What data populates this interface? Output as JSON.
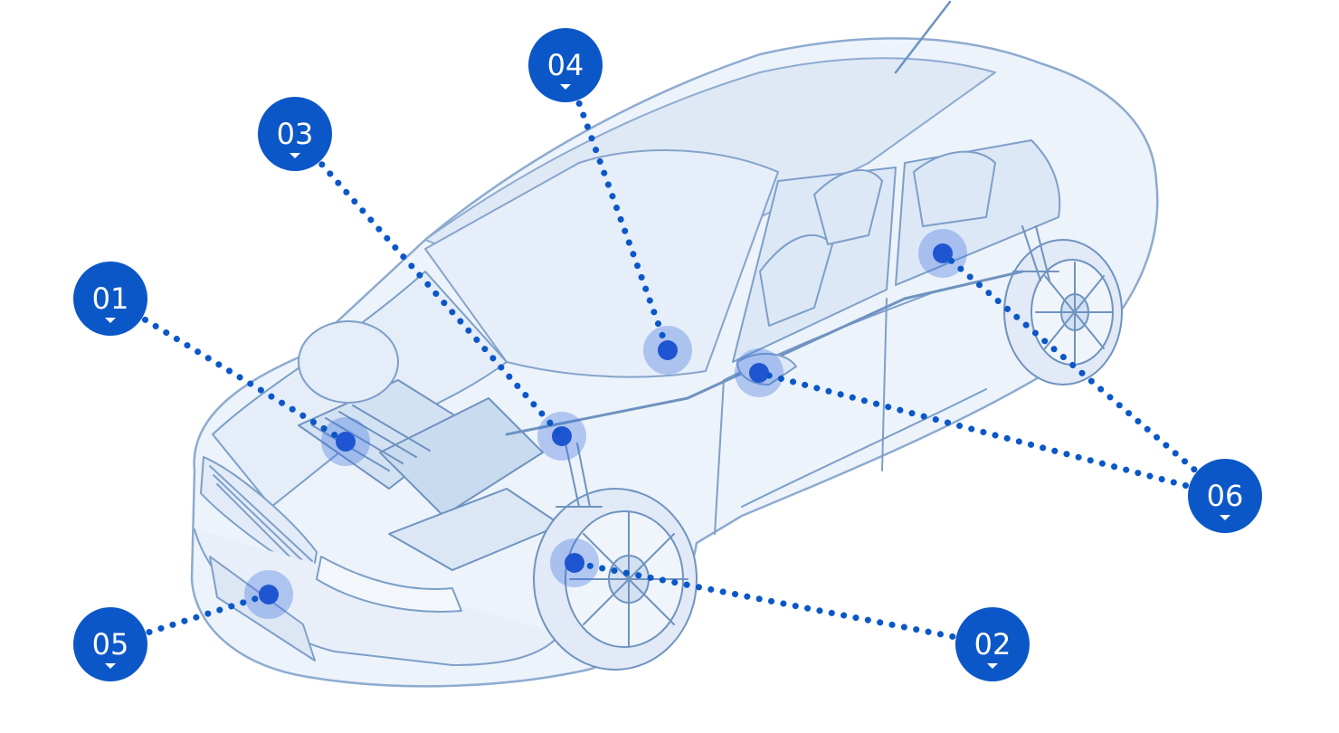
{
  "colors": {
    "marker": "#0b57c8",
    "hotspot_fill": "#3e72e0",
    "hotspot_core": "#1f55d0",
    "car_line": "#7d9fc9",
    "car_fill": "#e9f1fb",
    "car_shade": "#c9dbef"
  },
  "markers": [
    {
      "id": "01",
      "label": "01"
    },
    {
      "id": "02",
      "label": "02"
    },
    {
      "id": "03",
      "label": "03"
    },
    {
      "id": "04",
      "label": "04"
    },
    {
      "id": "05",
      "label": "05"
    },
    {
      "id": "06",
      "label": "06"
    }
  ],
  "icons": {
    "marker_pointer": "caret-down-icon",
    "illustration": "car-xray-icon"
  }
}
